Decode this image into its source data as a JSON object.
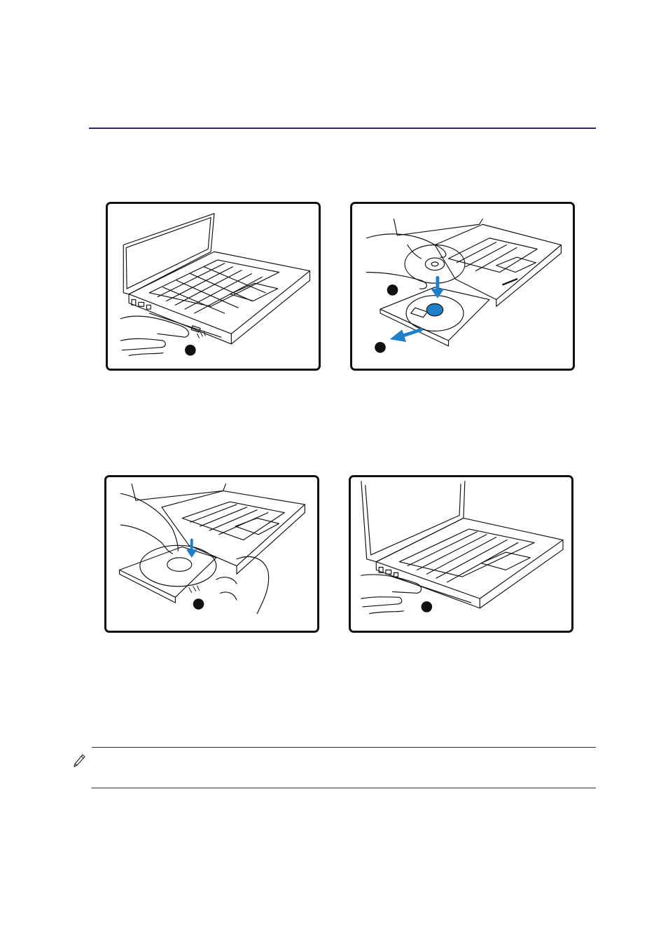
{
  "page": {
    "accent_color": "#3a1f7a",
    "line_color": "#111111",
    "arrow_color": "#1f7fc9"
  },
  "figures": [
    {
      "id": "fig-1",
      "icon": "press-eject-button-illustration"
    },
    {
      "id": "fig-2",
      "icon": "pull-tray-and-place-disc-illustration"
    },
    {
      "id": "fig-3",
      "icon": "snap-disc-onto-hub-illustration"
    },
    {
      "id": "fig-4",
      "icon": "push-tray-closed-illustration"
    }
  ],
  "note": {
    "icon": "pencil-note-icon"
  }
}
